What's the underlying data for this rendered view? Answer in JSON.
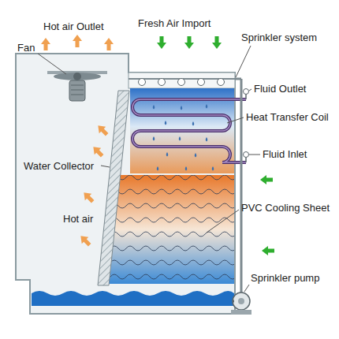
{
  "diagram": {
    "labels": [
      "Hot air Outlet",
      "Fan",
      "Fresh Air Import",
      "Sprinkler system",
      "Fluid Outlet",
      "Heat Transfer Coil",
      "Fluid Inlet",
      "Water Collector",
      "Hot air",
      "PVC Cooling Sheet",
      "Sprinkler pump"
    ]
  }
}
